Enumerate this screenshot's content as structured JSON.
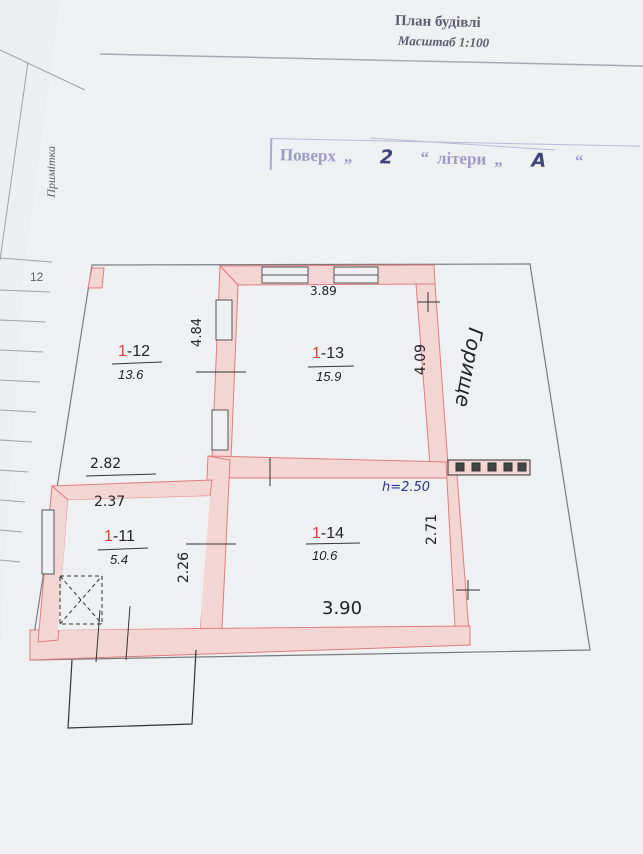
{
  "header": {
    "title": "План будівлі",
    "scale": "Масштаб 1:100"
  },
  "floor_stamp": {
    "floor_label": "Поверх",
    "floor_value": "2",
    "letter_label": "літери",
    "letter_value": "А"
  },
  "side_table": {
    "column_label": "Примітка",
    "row_number": "12"
  },
  "rooms": [
    {
      "code_prefix": "1",
      "code_suffix": "-12",
      "area": "13.6"
    },
    {
      "code_prefix": "1",
      "code_suffix": "-13",
      "area": "15.9"
    },
    {
      "code_prefix": "1",
      "code_suffix": "-11",
      "area": "5.4"
    },
    {
      "code_prefix": "1",
      "code_suffix": "-14",
      "area": "10.6"
    }
  ],
  "dimensions": {
    "d389": "3.89",
    "d484": "4.84",
    "d409": "4.09",
    "d282": "2.82",
    "d237": "2.37",
    "d226": "2.26",
    "d271": "2.71",
    "d390": "3.90",
    "height": "h=2.50"
  },
  "attic_label": "Горище",
  "colors": {
    "wall_fill": "#f3d6d4",
    "wall_line": "#e07c7c",
    "stamp_ink": "#9a9cc6",
    "red_ink": "#d44242"
  }
}
